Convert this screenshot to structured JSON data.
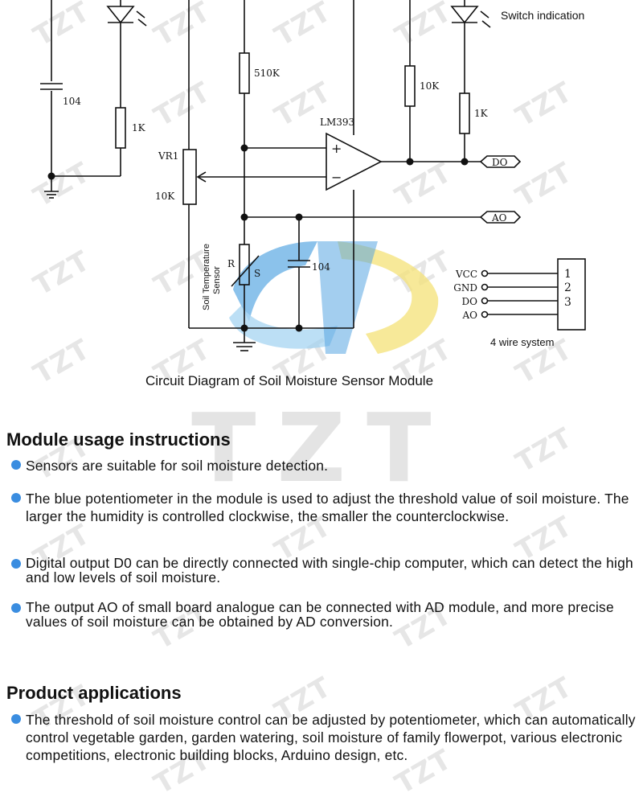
{
  "diagram": {
    "caption": "Circuit Diagram of Soil Moisture Sensor Module",
    "switch_indication": "Switch indication",
    "labels": {
      "c1": "104",
      "r1": "1K",
      "vr1": "VR1",
      "vr1_value": "10K",
      "r510k": "510K",
      "chip": "LM393",
      "r10k": "10K",
      "r1k_b": "1K",
      "plus": "+",
      "minus": "−",
      "do": "DO",
      "ao": "AO",
      "sensor_line1": "Soil Temperature",
      "sensor_line2": "Sensor",
      "sensor_r": "R",
      "sensor_s": "S",
      "c2": "104",
      "connector_pins": [
        "VCC",
        "GND",
        "DO",
        "AO"
      ],
      "connector_numbers": [
        "1",
        "2",
        "3"
      ],
      "wire_system": "4 wire system"
    },
    "watermark": "TZT",
    "big_watermark": "TZT"
  },
  "section_usage": {
    "title": "Module usage instructions",
    "items": [
      "Sensors are suitable for soil moisture detection.",
      "The blue potentiometer in the module is used to adjust the threshold value of soil moisture. The larger the humidity is controlled clockwise, the smaller the counterclockwise.",
      "Digital output D0 can be directly connected with single-chip computer, which can detect the high and low levels of soil moisture.",
      "The output AO of small board analogue can be connected with AD module, and more precise values of soil moisture can be obtained by AD conversion."
    ]
  },
  "section_applications": {
    "title": "Product applications",
    "items": [
      "The threshold of soil moisture control can be adjusted by potentiometer, which can automatically control vegetable garden, garden watering, soil moisture of family flowerpot, various electronic competitions, electronic building blocks, Arduino design, etc."
    ]
  },
  "colors": {
    "bullet": "#3a8de0",
    "logo_blue": "#4aa0e0",
    "logo_yellow": "#f4e27a"
  }
}
